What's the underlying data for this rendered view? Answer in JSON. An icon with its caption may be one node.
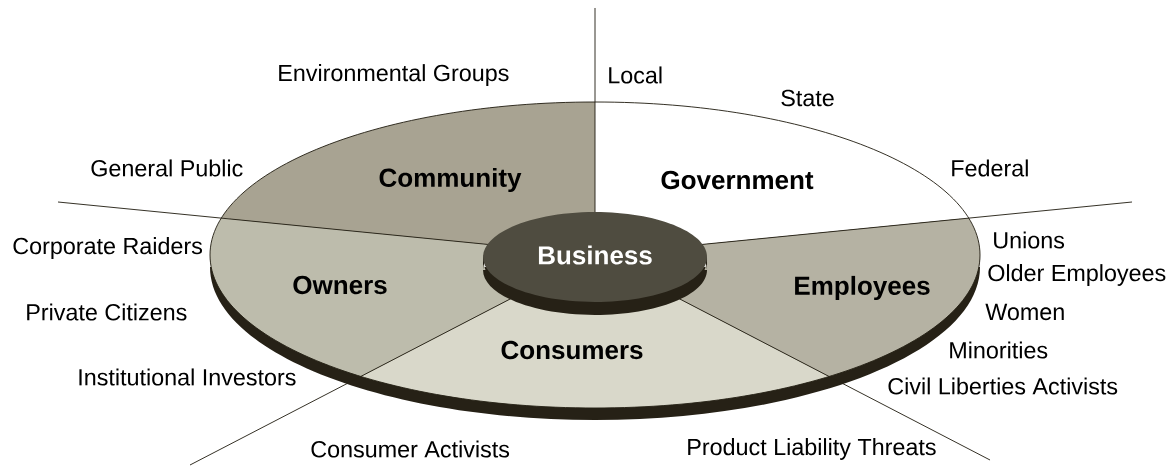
{
  "diagram": {
    "nodes": [
      {
        "text": [
          "Community"
        ]
      },
      {
        "text": [
          "Government"
        ]
      },
      {
        "text": [
          "Business"
        ]
      },
      {
        "text": [
          "Owners"
        ]
      },
      {
        "text": [
          "Employees"
        ]
      },
      {
        "text": [
          "Consumers"
        ]
      }
    ],
    "labels": [
      "Environmental Groups",
      "Local",
      "State",
      "General Public",
      "Federal",
      "Corporate Raiders",
      "Unions",
      "Older Employees",
      "Private Citizens",
      "Women",
      "Minorities",
      "Institutional Investors",
      "Civil Liberties Activists",
      "Consumer Activists",
      "Product Liability Threats"
    ]
  }
}
